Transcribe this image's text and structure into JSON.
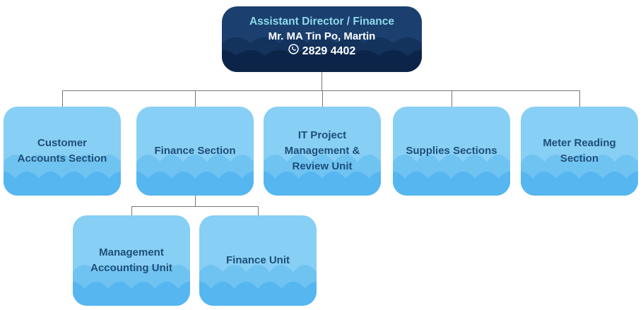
{
  "page": {
    "background": "#ffffff"
  },
  "colors": {
    "root_body": "#1B3F6E",
    "root_wave1": "#13325C",
    "root_wave2": "#0C2447",
    "root_title": "#8EDAEC",
    "root_text": "#FFFFFF",
    "node_body": "#87CFF5",
    "node_wave1": "#6FC3F1",
    "node_wave2": "#55B6F0",
    "node_label": "#1F4E79",
    "connector": "#777777"
  },
  "org": {
    "root": {
      "title": "Assistant Director / Finance",
      "name": "Mr. MA Tin Po, Martin",
      "phone": "2829 4402",
      "phone_icon": "circled-phone-handset"
    },
    "level2": [
      {
        "label": "Customer\nAccounts Section"
      },
      {
        "label": "Finance Section"
      },
      {
        "label": "IT Project\nManagement &\nReview Unit"
      },
      {
        "label": "Supplies Sections"
      },
      {
        "label": "Meter Reading\nSection"
      }
    ],
    "level3": [
      {
        "label": "Management\nAccounting Unit"
      },
      {
        "label": "Finance Unit"
      }
    ]
  }
}
